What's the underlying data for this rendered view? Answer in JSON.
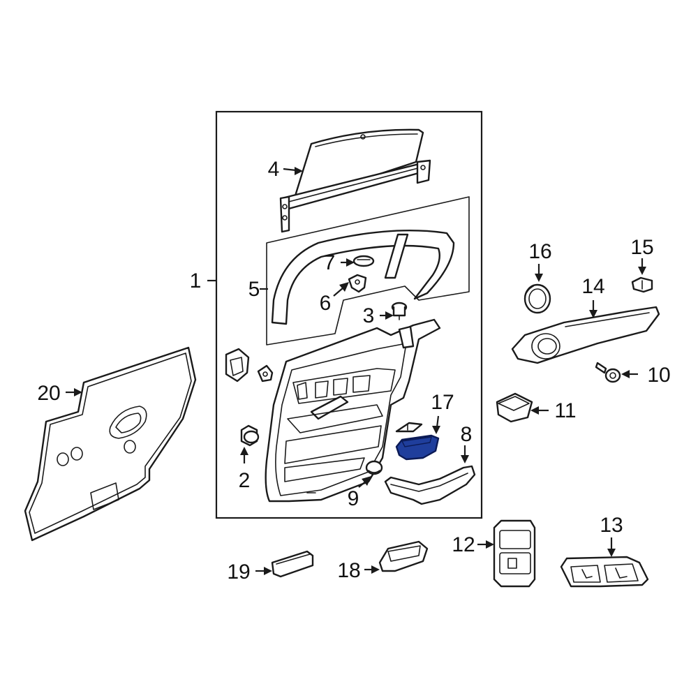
{
  "colors": {
    "line": "#1a1a1a",
    "background": "#ffffff",
    "highlight": "#1f3e9c",
    "highlight_outline": "#0b1a55"
  },
  "highlighted_part": "17",
  "callouts": {
    "c1": "1",
    "c2": "2",
    "c3": "3",
    "c4": "4",
    "c5": "5",
    "c6": "6",
    "c7": "7",
    "c8": "8",
    "c9": "9",
    "c10": "10",
    "c11": "11",
    "c12": "12",
    "c13": "13",
    "c14": "14",
    "c15": "15",
    "c16": "16",
    "c17": "17",
    "c18": "18",
    "c19": "19",
    "c20": "20"
  }
}
